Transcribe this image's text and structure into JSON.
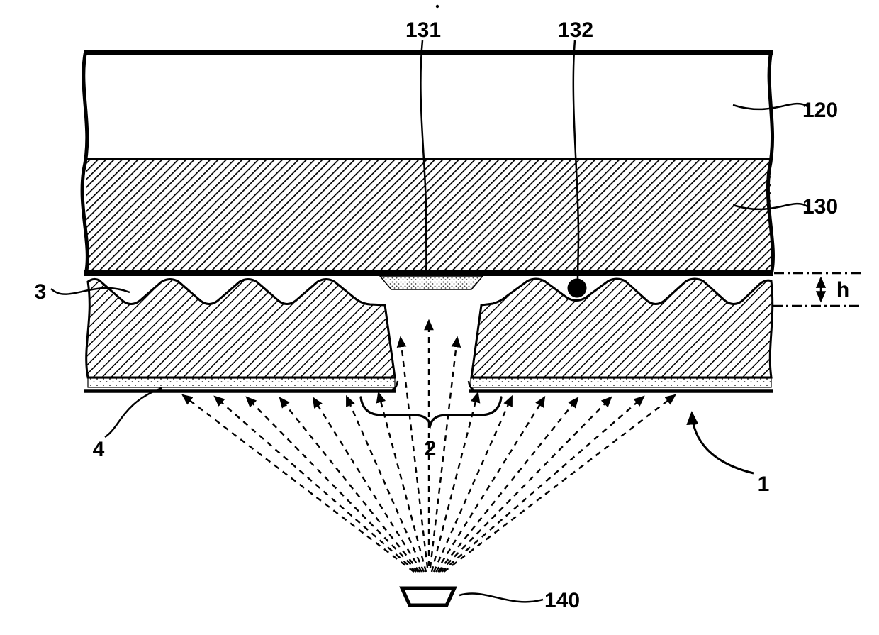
{
  "figure": {
    "labels": {
      "l131": "131",
      "l132": "132",
      "l120": "120",
      "l130": "130",
      "l3": "3",
      "lh": "h",
      "l4": "4",
      "l2": "2",
      "l1": "1",
      "l140": "140"
    },
    "colors": {
      "ink": "#000000",
      "paper": "#ffffff"
    }
  }
}
